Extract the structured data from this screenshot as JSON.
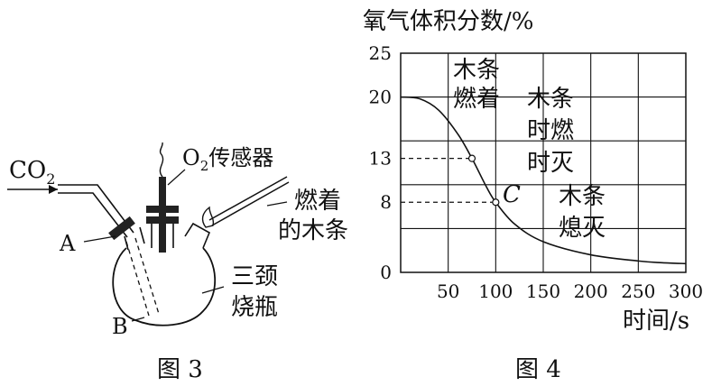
{
  "figure3": {
    "caption": "图 3",
    "co2_label_main": "CO",
    "co2_label_sub": "2",
    "o2_label_main": "O",
    "o2_label_sub": "2",
    "o2_label_rest": "传感器",
    "label_a": "A",
    "label_b": "B",
    "flask_line1": "三颈",
    "flask_line2": "烧瓶",
    "stick_line1": "燃着",
    "stick_line2": "的木条"
  },
  "figure4": {
    "caption": "图 4",
    "ylabel": "氧气体积分数/%",
    "xlabel": "时间/s",
    "yticks": [
      "25",
      "20",
      "13",
      "8",
      "0"
    ],
    "xticks": [
      "50",
      "100",
      "150",
      "200",
      "250",
      "300"
    ],
    "annotations": {
      "burning_1": "木条",
      "burning_2": "燃着",
      "flicker_1": "木条",
      "flicker_2": "时燃",
      "flicker_3": "时灭",
      "out_1": "木条",
      "out_2": "熄灭",
      "point_c": "C"
    }
  },
  "chart_data": {
    "type": "line",
    "xlabel": "时间/s",
    "ylabel": "氧气体积分数/%",
    "xlim": [
      0,
      300
    ],
    "ylim": [
      0,
      25
    ],
    "xticks": [
      50,
      100,
      150,
      200,
      250,
      300
    ],
    "yticks": [
      0,
      8,
      13,
      20,
      25
    ],
    "grid": true,
    "series": [
      {
        "x": [
          0,
          20,
          40,
          60,
          75,
          90,
          100,
          120,
          150,
          200,
          250,
          275,
          300
        ],
        "y": [
          20,
          19.8,
          18.5,
          15.8,
          13,
          9.8,
          8,
          5.5,
          3.5,
          2.0,
          1.3,
          1.1,
          1.0
        ]
      }
    ],
    "points": [
      {
        "x": 75,
        "y": 13
      },
      {
        "x": 100,
        "y": 8,
        "label": "C"
      }
    ]
  }
}
